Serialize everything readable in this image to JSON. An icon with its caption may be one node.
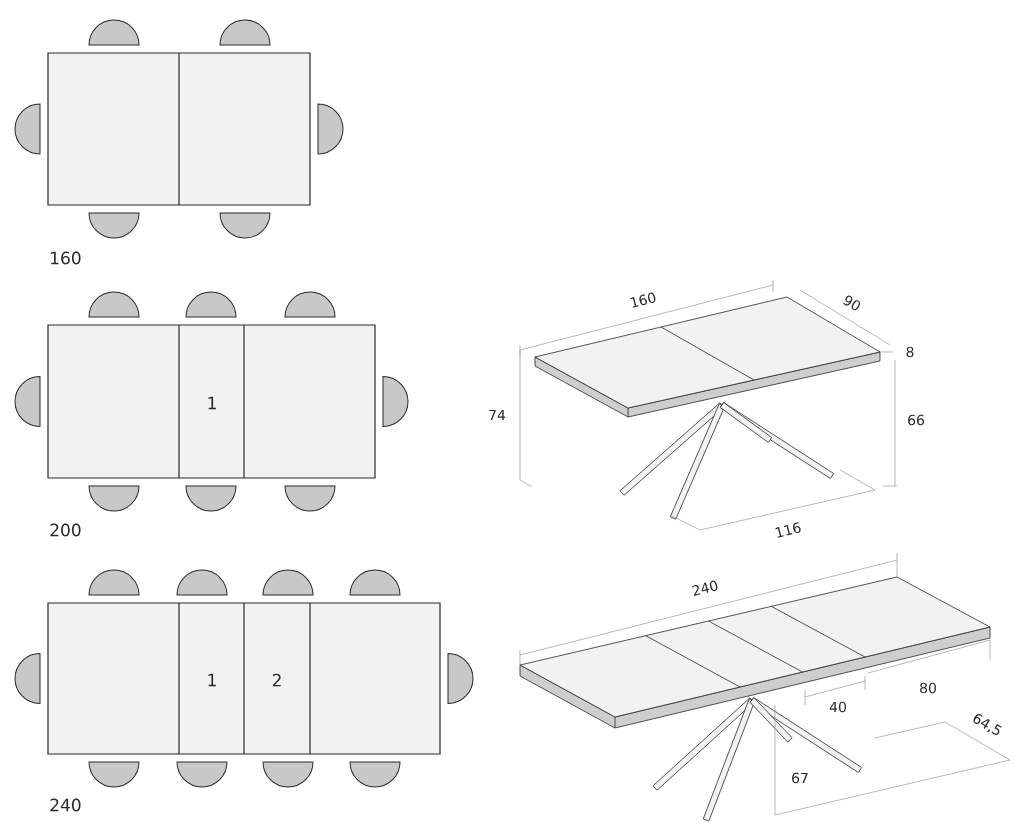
{
  "diagram": {
    "labels": [
      "160",
      "160",
      "90",
      "8",
      "1",
      "74",
      "66",
      "116",
      "200",
      "240",
      "1",
      "2",
      "80",
      "40",
      "64,5",
      "67",
      "240"
    ]
  }
}
